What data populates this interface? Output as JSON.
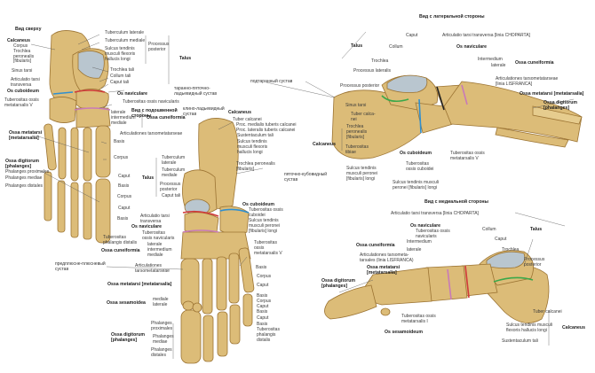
{
  "colors": {
    "bone": "#dcbc78",
    "bone_edge": "#9c7433",
    "cartilage": "#b9c6cf",
    "joint_blue": "#2f8fd0",
    "joint_red": "#d03a3a",
    "joint_pink": "#c87ab8",
    "joint_green": "#3aa84a"
  },
  "joints": [
    "таранно-пяточно-\nладьевидный сустав",
    "клино-ладьевидный\nсустав",
    "подтаранный сустав",
    "пяточно-кубовидный\nсустав",
    "предплюсне-плюсневый\nсустав"
  ],
  "top_view": {
    "title": "Вид сверху",
    "labels": [
      "Calcaneus",
      "Corpus\nTrochlea\nperonealis\n[fibularis]",
      "Sinus tarsi",
      "Articulatio tarsi\ntransversa",
      "Os cuboideum",
      "Tuberositas ossis\nmetatarsalis V",
      "Tuberculum laterale",
      "Tuberculum mediale",
      "Sulcus tendinis\nmusculi flexoris\nhallucis longi",
      "Trochlea tali",
      "Collum tali",
      "Caput tali",
      "Processus\nposterior",
      "Talus",
      "Os naviculare",
      "Tuberositas ossis navicularis",
      "laterale\nintermedium\nmediale",
      "Ossa cuneiformia",
      "Articulationes tarsometatarseae",
      "Basis",
      "Corpus",
      "Caput",
      "Basis",
      "Corpus",
      "Caput",
      "Basis",
      "Tuberositas\nphalangis distalis",
      "Ossa metatarsi\n[metatarsalia]",
      "Ossa digitorum\n[phalanges]",
      "Phalanges proximales",
      "Phalanges mediae",
      "Phalanges distales"
    ]
  },
  "plantar_view": {
    "title": "Вид с подошвенной\nстороны",
    "labels": [
      "Calcaneus",
      "Tuber calcanei",
      "Proc. medialis tuberis calcanei",
      "Proc. lateralis tuberis calcanei",
      "Sustentaculum tali",
      "Sulcus tendinis\nmusculi flexoris\nhallucis longi",
      "Trochlea peronealis\n[fibularis]",
      "Talus",
      "Tuberculum\nlaterale",
      "Tuberculum\nmediale",
      "Processus\nposterior",
      "Caput tali",
      "Os cuboideum",
      "Tuberositas ossis\ncuboidei",
      "Sulcus tendinis\nmusculi peronei\n[fibularis] longi",
      "Articulatio tarsi\ntransversa",
      "Os naviculare",
      "Tuberositas\nossis navicularis",
      "Ossa cuneiformia",
      "laterale\nintermedium\nmediale",
      "Articulationes\ntarsometatarseae",
      "Tuberositas\nossis\nmetatarsalis V",
      "Basis",
      "Corpus",
      "Caput",
      "Basis",
      "Corpus",
      "Caput",
      "Basis",
      "Caput",
      "Basis",
      "Tuberositas\nphalangis\ndistalis",
      "Ossa metatarsi [metatarsalia]",
      "Ossa sesamoidea",
      "mediale\nlaterale",
      "Phalanges\nproximales",
      "Phalanges\nmediae",
      "Phalanges\ndistales",
      "Ossa digitorum\n[phalanges]"
    ]
  },
  "lateral_view": {
    "title": "Вид с латеральной стороны",
    "labels": [
      "Talus",
      "Caput",
      "Collum",
      "Trochlea",
      "Processus lateralis",
      "Processus posterior",
      "Articulatio tarsi transversa [linia CHOPARTA]",
      "Os naviculare",
      "Intermedium",
      "laterale",
      "Ossa cuneiformia",
      "Articulationes tarsometatarseae\n[linia LISFRANCA]",
      "Ossa metatarsi [metatarsalia]",
      "Ossa digitorum\n[phalanges]",
      "Sinus tarsi",
      "Tuber calca-\nnei",
      "Trochlea\nperonealis\n[fibularis]",
      "Calcaneus",
      "Tuberositas\ntibiae",
      "Os cuboideum",
      "Sulcus tendinis\nmusculi peronei\n[fibularis] longi",
      "Tuberositas\nossis cuboidei",
      "Sulcus tendinis musculi\nperonei [fibularis] longi",
      "Tuberositas ossis\nmetatarsalis V"
    ]
  },
  "medial_view": {
    "title": "Вид с медиальной стороны",
    "labels": [
      "Articulatio tarsi transversa [linia CHOPARTA]",
      "Os naviculare",
      "Tuberositas ossis\nnavicularis",
      "Collum",
      "Caput",
      "Talus",
      "Trochlea",
      "Processus\nposterior",
      "Ossa cuneiformia",
      "Intermedium",
      "laterale",
      "Articulationes tarsometa-\ntarsales (linia LISFRANCA)",
      "Ossa metatarsi\n[metatarsalia]",
      "Ossa digitorum\n[phalanges]",
      "Tuberositas ossis\nmetatarsalis I",
      "Os sesamoideum",
      "Tuber calcanei",
      "Sulcus tendinis musculi\nflexoris hallucis longi",
      "Calcaneus",
      "Sustentaculum tali"
    ]
  }
}
